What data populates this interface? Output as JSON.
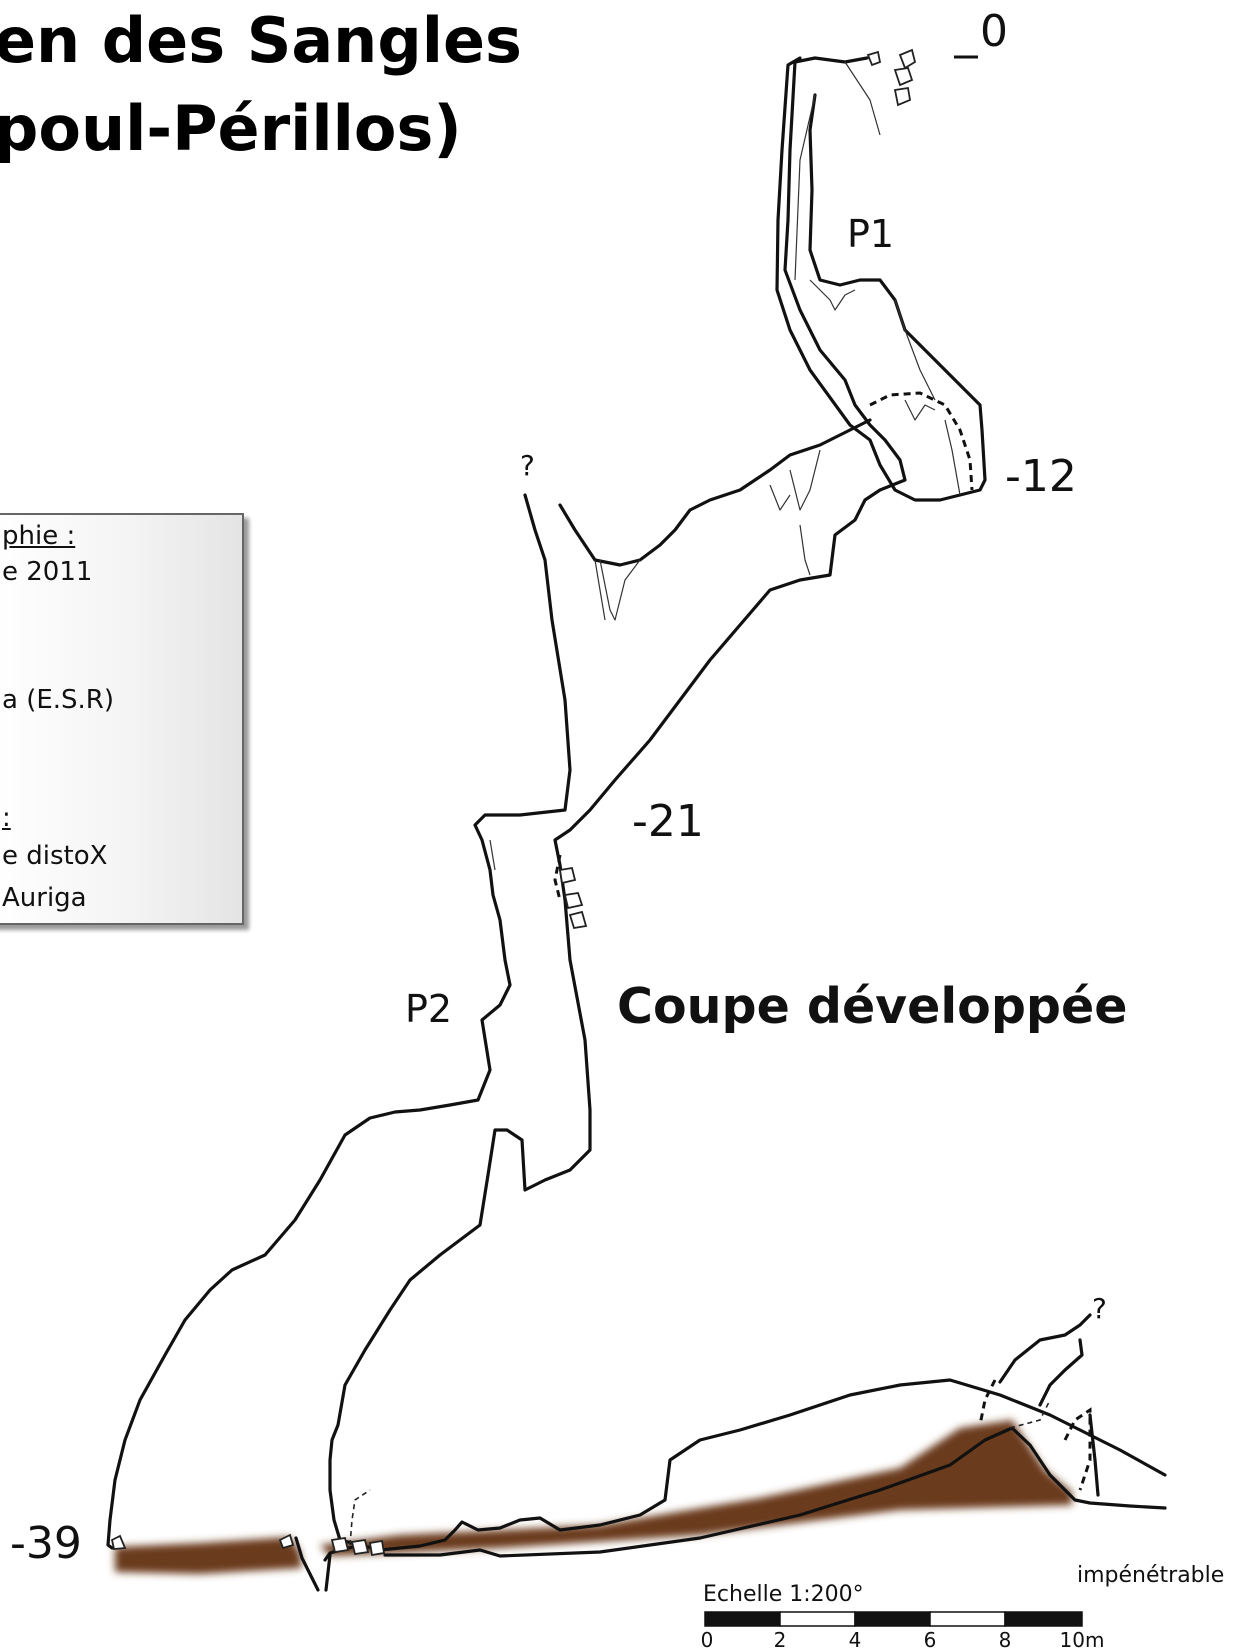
{
  "title": {
    "line1": "en des Sangles",
    "line2": "poul-Périllos)"
  },
  "legend": {
    "lines": [
      {
        "text": "phie :",
        "underline": true
      },
      {
        "text": "e 2011",
        "underline": false
      },
      {
        "text": "a (E.S.R)",
        "underline": false
      },
      {
        "text": ":",
        "underline": true
      },
      {
        "text": "e distoX",
        "underline": false
      },
      {
        "text": "Auriga",
        "underline": false
      }
    ]
  },
  "depths": {
    "d0": "0",
    "d12": "-12",
    "d21": "-21",
    "d39": "-39"
  },
  "pits": {
    "p1": "P1",
    "p2": "P2"
  },
  "question_marks": [
    "?",
    "?"
  ],
  "section_title": "Coupe développée",
  "impenetrable_label": "impénétrable",
  "scale": {
    "title": "Echelle 1:200°",
    "ticks": [
      "0",
      "2",
      "4",
      "6",
      "8",
      "10m"
    ]
  },
  "colors": {
    "outline": "#111111",
    "sediment": "#6b3a1f",
    "legend_border": "#666666"
  }
}
